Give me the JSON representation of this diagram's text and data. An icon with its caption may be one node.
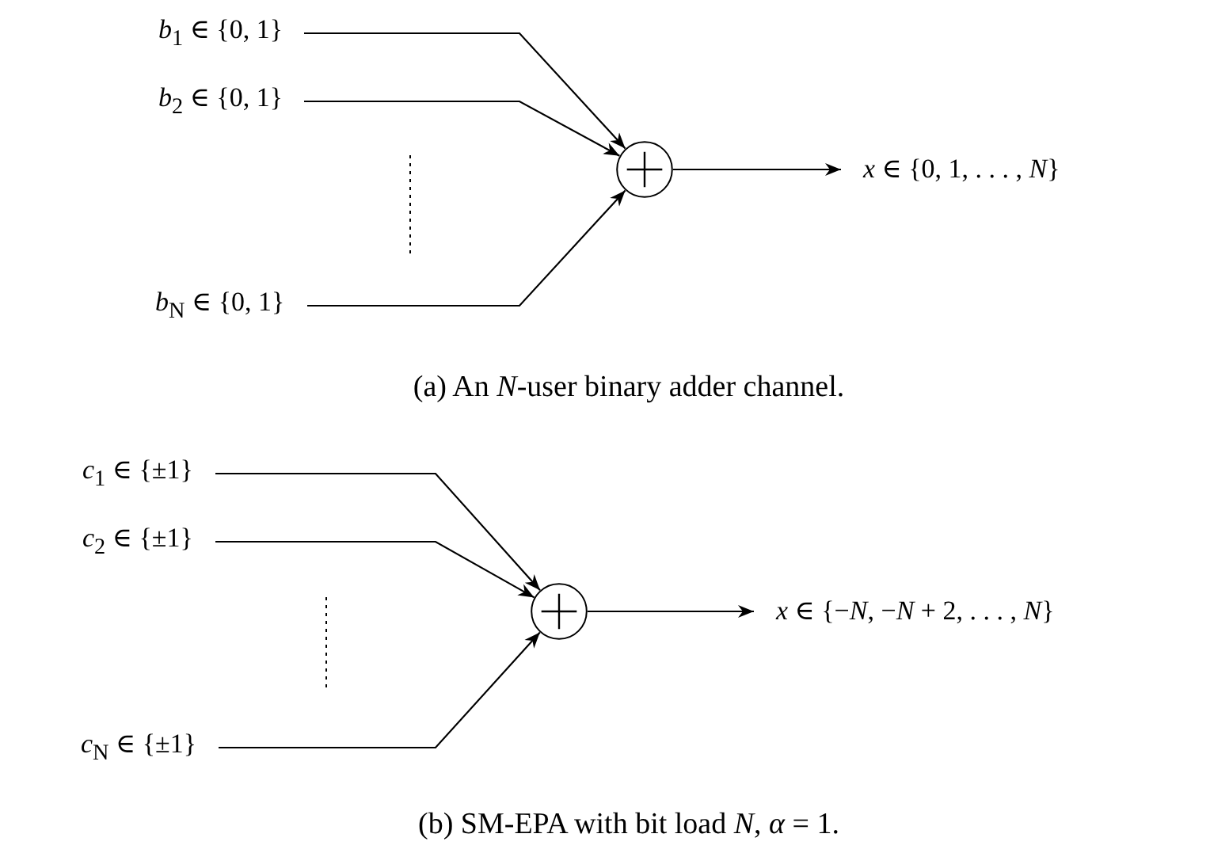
{
  "diagram": {
    "nodes": [
      {
        "text": [
          "*b*$_{1}$ ∈ {0, 1}"
        ]
      },
      {
        "text": [
          "*b*$_{2}$ ∈ {0, 1}"
        ]
      },
      {
        "text": [
          "*b*$_{N}$ ∈ {0, 1}"
        ]
      },
      {
        "text": [],
        "shape": "circle"
      },
      {
        "text": [
          "*x* ∈ {0, 1, . . . , *N*}"
        ]
      },
      {
        "text": [
          "*c*$_{1}$ ∈ {±1}"
        ]
      },
      {
        "text": [
          "*c*$_{2}$ ∈ {±1}"
        ]
      },
      {
        "text": [
          "*c*$_{N}$ ∈ {±1}"
        ]
      },
      {
        "text": [],
        "shape": "circle"
      },
      {
        "text": [
          "*x* ∈ {−*N*, −*N* + 2, . . . , *N*}"
        ]
      }
    ],
    "edges": [
      {
        "from": 0,
        "to": 3,
        "arrow": "to"
      },
      {
        "from": 1,
        "to": 3,
        "arrow": "to"
      },
      {
        "from": 2,
        "to": 3,
        "arrow": "to"
      },
      {
        "from": 3,
        "to": 4,
        "arrow": "to"
      },
      {
        "from": 5,
        "to": 8,
        "arrow": "to"
      },
      {
        "from": 6,
        "to": 8,
        "arrow": "to"
      },
      {
        "from": 7,
        "to": 8,
        "arrow": "to"
      },
      {
        "from": 8,
        "to": 9,
        "arrow": "to"
      }
    ],
    "labels": [
      "(a) An *N*-user binary adder channel.",
      "(b) SM-EPA with bit load *N*, *α* = 1."
    ]
  }
}
